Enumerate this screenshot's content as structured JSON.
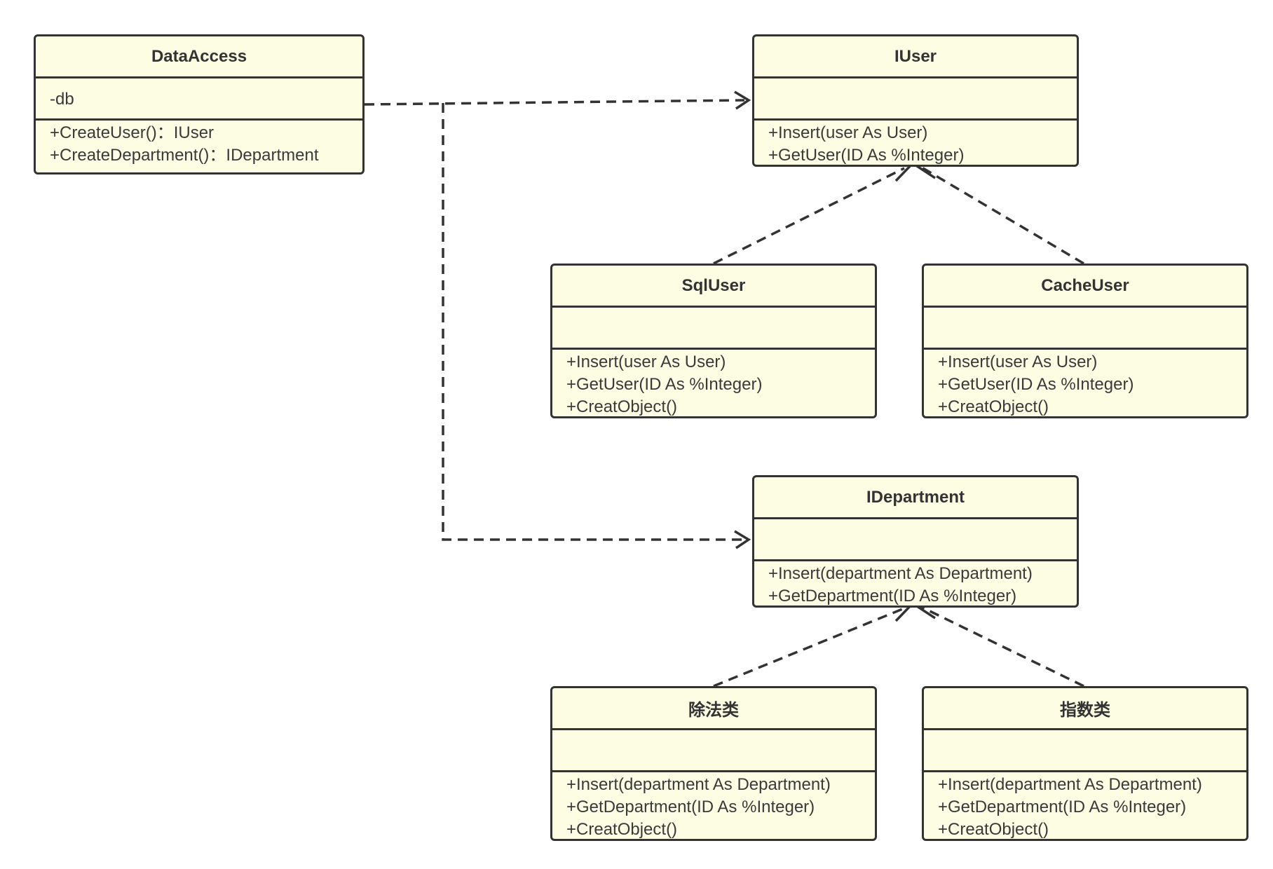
{
  "classes": {
    "data_access": {
      "name": "DataAccess",
      "attributes": [
        "-db"
      ],
      "operations": [
        "+CreateUser()：IUser",
        "+CreateDepartment()：IDepartment"
      ]
    },
    "iuser": {
      "name": "IUser",
      "attributes": [],
      "operations": [
        "+Insert(user As User)",
        "+GetUser(ID As %Integer)"
      ]
    },
    "sql_user": {
      "name": "SqlUser",
      "attributes": [],
      "operations": [
        "+Insert(user As User)",
        "+GetUser(ID As %Integer)",
        "+CreatObject()"
      ]
    },
    "cache_user": {
      "name": "CacheUser",
      "attributes": [],
      "operations": [
        "+Insert(user As User)",
        "+GetUser(ID As %Integer)",
        "+CreatObject()"
      ]
    },
    "idepartment": {
      "name": "IDepartment",
      "attributes": [],
      "operations": [
        "+Insert(department As Department)",
        "+GetDepartment(ID As %Integer)"
      ]
    },
    "division_class": {
      "name": "除法类",
      "attributes": [],
      "operations": [
        "+Insert(department As Department)",
        "+GetDepartment(ID As %Integer)",
        "+CreatObject()"
      ]
    },
    "exponent_class": {
      "name": "指数类",
      "attributes": [],
      "operations": [
        "+Insert(department As Department)",
        "+GetDepartment(ID As %Integer)",
        "+CreatObject()"
      ]
    }
  },
  "relations": [
    {
      "type": "dependency",
      "from": "DataAccess",
      "to": "IUser"
    },
    {
      "type": "dependency",
      "from": "DataAccess",
      "to": "IDepartment"
    },
    {
      "type": "realization",
      "from": "SqlUser",
      "to": "IUser"
    },
    {
      "type": "realization",
      "from": "CacheUser",
      "to": "IUser"
    },
    {
      "type": "realization",
      "from": "除法类",
      "to": "IDepartment"
    },
    {
      "type": "realization",
      "from": "指数类",
      "to": "IDepartment"
    }
  ],
  "colors": {
    "box_fill": "#fdfde4",
    "stroke": "#333333",
    "text": "#3a3a3a"
  }
}
